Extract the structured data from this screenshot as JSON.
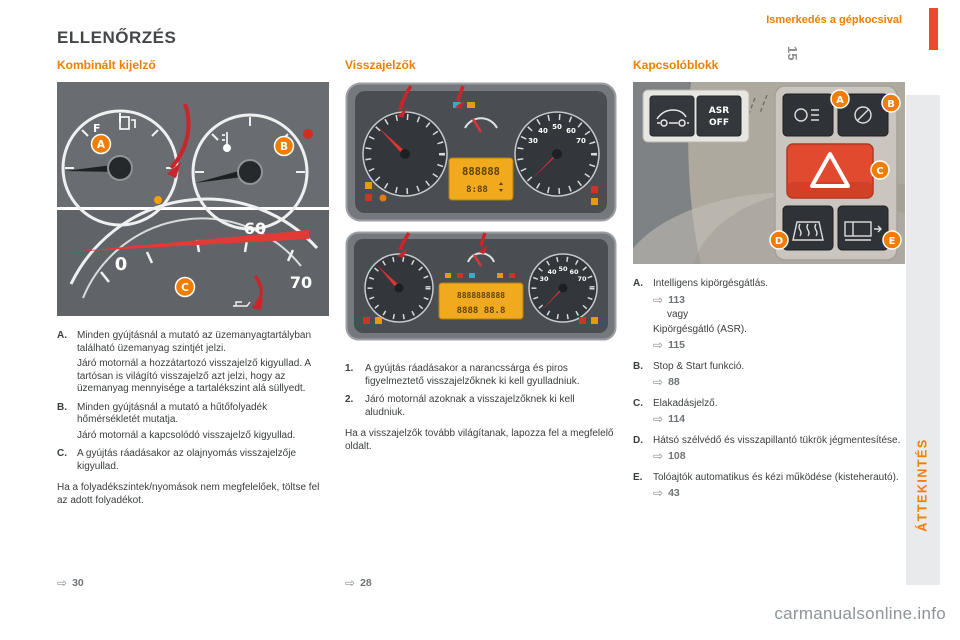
{
  "header": {
    "section_title": "Ismerkedés a gépkocsival",
    "page_number": "15",
    "side_tab": "ÁTTEKINTÉS",
    "watermark": "carmanualsonline.info"
  },
  "title": "ELLENŐRZÉS",
  "icons": {
    "ref_arrow": "⇨"
  },
  "col1": {
    "heading": "Kombinált kijelző",
    "items": [
      {
        "label": "A.",
        "text": "Minden gyújtásnál a mutató az üzemanyagtartályban található üzemanyag szintjét jelzi.",
        "more": "Járó motornál a hozzátartozó visszajelző kigyullad. A tartósan is világító visszajelző azt jelzi, hogy az üzemanyag mennyisége a tartalékszint alá süllyedt."
      },
      {
        "label": "B.",
        "text": "Minden gyújtásnál a mutató a hűtőfolyadék hőmérsékletét mutatja.",
        "more": "Járó motornál a kapcsolódó visszajelző kigyullad."
      },
      {
        "label": "C.",
        "text": "A gyújtás ráadásakor az olajnyomás visszajelzője kigyullad.",
        "more": ""
      }
    ],
    "note": "Ha a folyadékszintek/nyomások nem megfelelőek, töltse fel az adott folyadékot.",
    "ref": "30"
  },
  "col2": {
    "heading": "Visszajelzők",
    "items": [
      {
        "label": "1.",
        "text": "A gyújtás ráadásakor a narancssárga és piros figyelmeztető visszajelzőknek ki kell gyulladniuk."
      },
      {
        "label": "2.",
        "text": "Járó motornál azoknak a visszajelzőknek ki kell aludniuk."
      }
    ],
    "note": "Ha a visszajelzők tovább világítanak, lapozza fel a megfelelő oldalt.",
    "ref": "28"
  },
  "col3": {
    "heading": "Kapcsolóblokk",
    "entries": [
      {
        "label": "A.",
        "text": "Intelligens kipörgésgátlás.",
        "ref": "113",
        "alt_word": "vagy",
        "alt_text": "Kipörgésgátló (ASR).",
        "alt_ref": "115"
      },
      {
        "label": "B.",
        "text": "Stop & Start funkció.",
        "ref": "88"
      },
      {
        "label": "C.",
        "text": "Elakadásjelző.",
        "ref": "114"
      },
      {
        "label": "D.",
        "text": "Hátsó szélvédő és visszapillantó tükrök jégmentesítése.",
        "ref": "108"
      },
      {
        "label": "E.",
        "text": "Tolóajtók automatikus és kézi működése (kisteherautó).",
        "ref": "43"
      }
    ]
  },
  "images": {
    "combined": {
      "fuel_label": "F",
      "numbers": {
        "zero": "0",
        "sixty": "60",
        "seventy": "70"
      },
      "callouts": [
        "A",
        "B",
        "C"
      ]
    },
    "cluster_top": {
      "lcd_odometer": "888888",
      "lcd_clock": "8:88",
      "speed_labels": [
        "30",
        "40",
        "50",
        "60",
        "70"
      ]
    },
    "cluster_bottom": {
      "lcd_line1": "8888888888",
      "lcd_line2": "8888 88.8",
      "speed_labels": [
        "30",
        "40",
        "50",
        "60",
        "70"
      ]
    },
    "switches": {
      "asr_line1": "ASR",
      "asr_line2": "OFF",
      "callouts": [
        "A",
        "B",
        "C",
        "D",
        "E"
      ]
    }
  }
}
